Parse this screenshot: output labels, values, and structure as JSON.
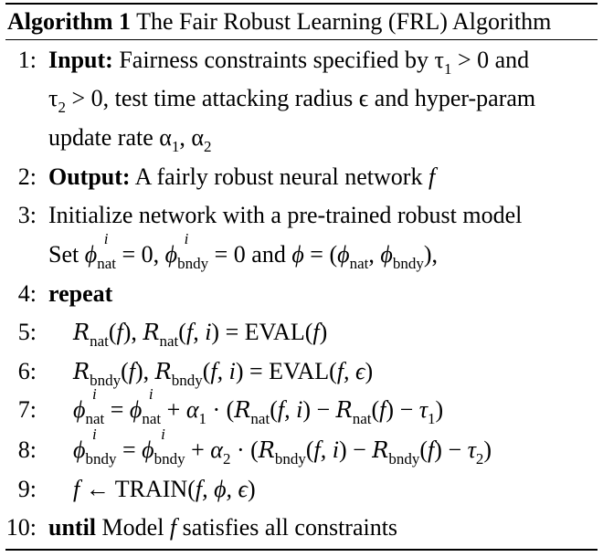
{
  "algorithm": {
    "label": "Algorithm 1",
    "title": "The Fair Robust Learning (FRL) Algorithm"
  },
  "keywords": {
    "input": "Input:",
    "output": "Output:",
    "repeat": "repeat",
    "until": "until"
  },
  "lines": {
    "n1": "1:",
    "n2": "2:",
    "n3": "3:",
    "n4": "4:",
    "n5": "5:",
    "n6": "6:",
    "n7": "7:",
    "n8": "8:",
    "n9": "9:",
    "n10": "10:",
    "input_a": "Fairness constraints specified by τ",
    "input_b": " > 0 and",
    "input_c": "τ",
    "input_d": " > 0, test time attacking radius ϵ and hyper-param",
    "input_e": "update rate α",
    "input_f": ", α",
    "output_text": "A fairly robust neural network ",
    "init": "Initialize network with a pre-trained robust model",
    "set_prefix": "Set ",
    "until_text": " Model ",
    "until_tail": " satisfies all constraints"
  }
}
